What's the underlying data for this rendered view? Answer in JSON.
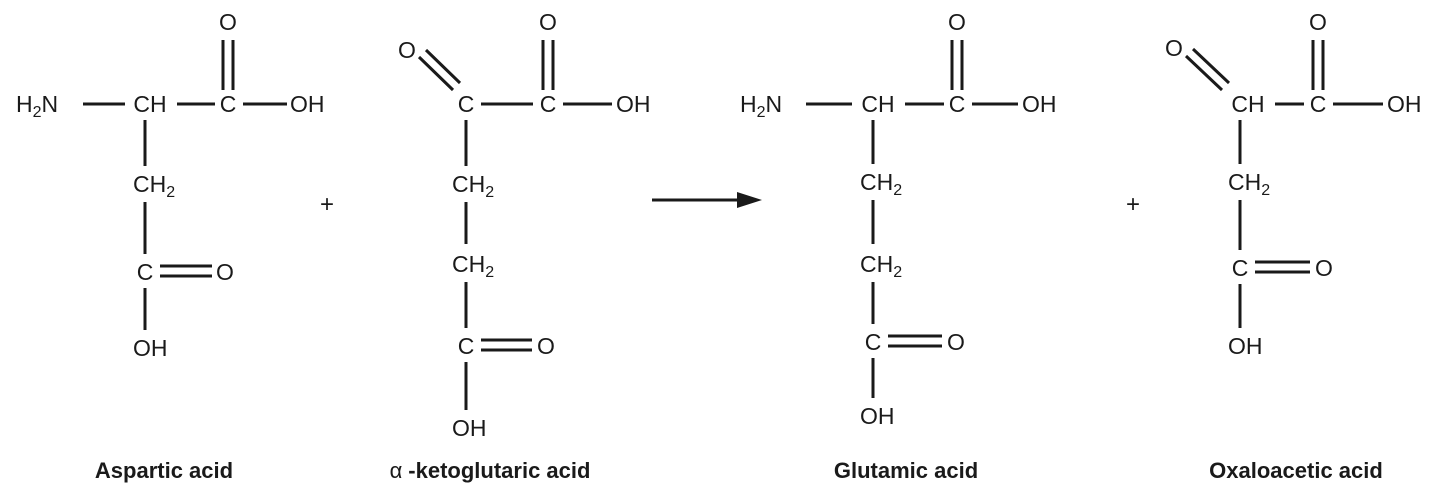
{
  "reaction": {
    "plus_sign": "+",
    "molecules": [
      {
        "name": "Aspartic acid",
        "top_O": "O",
        "amine": "H2N",
        "alpha_C": "CH",
        "carboxyl_C": "C",
        "carboxyl_OH": "OH",
        "chain": [
          {
            "h": "CH",
            "sub": "2"
          }
        ],
        "side_C": "C",
        "side_O": "O",
        "side_OH": "OH"
      },
      {
        "name": "α-ketoglutaric acid",
        "name_prefix": "α",
        "name_rest": "-ketoglutaric acid",
        "keto_O": "O",
        "top_O": "O",
        "alpha_C": "C",
        "carboxyl_C": "C",
        "carboxyl_OH": "OH",
        "chain": [
          {
            "h": "CH",
            "sub": "2"
          },
          {
            "h": "CH",
            "sub": "2"
          }
        ],
        "side_C": "C",
        "side_O": "O",
        "side_OH": "OH"
      },
      {
        "name": "Glutamic acid",
        "top_O": "O",
        "amine": "H2N",
        "alpha_C": "CH",
        "carboxyl_C": "C",
        "carboxyl_OH": "OH",
        "chain": [
          {
            "h": "CH",
            "sub": "2"
          },
          {
            "h": "CH",
            "sub": "2"
          }
        ],
        "side_C": "C",
        "side_O": "O",
        "side_OH": "OH"
      },
      {
        "name": "Oxaloacetic acid",
        "keto_O": "O",
        "top_O": "O",
        "alpha_C": "CH",
        "carboxyl_C": "C",
        "carboxyl_OH": "OH",
        "chain": [
          {
            "h": "CH",
            "sub": "2"
          }
        ],
        "side_C": "C",
        "side_O": "O",
        "side_OH": "OH"
      }
    ]
  }
}
